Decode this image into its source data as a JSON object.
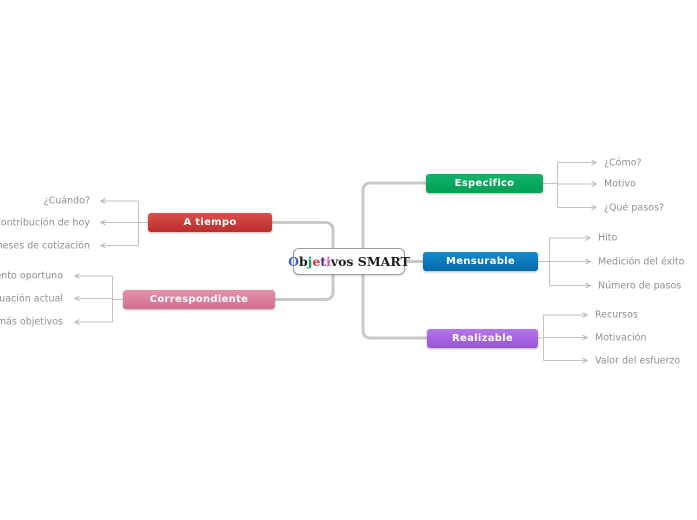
{
  "diagram": {
    "type": "mindmap",
    "background": "#ffffff",
    "colors": {
      "connector_thick": "#c9c9c9",
      "connector_thin": "#c2c2c2",
      "arrowhead": "#b5b5b5",
      "leaf_text": "#8f8f8f"
    },
    "center_topic": {
      "label": "Objetivos SMART",
      "segments": [
        {
          "text": "O",
          "color": "#3a66cc"
        },
        {
          "text": "b",
          "color": "#1c1c1c"
        },
        {
          "text": "j",
          "color": "#00a651"
        },
        {
          "text": "e",
          "color": "#e03030"
        },
        {
          "text": "t",
          "color": "#4b2a85"
        },
        {
          "text": "i",
          "color": "#e0519e"
        },
        {
          "text": "vos",
          "color": "#1c1c1c"
        },
        {
          "text": " SMART",
          "color": "#1c1c1c"
        }
      ]
    },
    "branches": [
      {
        "label": "Especifico",
        "color": "#00a85e",
        "side": "right",
        "children": [
          "¿Cómo?",
          "Motivo",
          "¿Qué pasos?"
        ]
      },
      {
        "label": "Mensurable",
        "color": "#0c7fc3",
        "side": "right",
        "children": [
          "Hito",
          "Medición del éxito",
          "Número de pasos"
        ]
      },
      {
        "label": "Realizable",
        "color": "#a763e2",
        "side": "right",
        "children": [
          "Recursos",
          "Motivación",
          "Valor del esfuerzo"
        ]
      },
      {
        "label": "A tiempo",
        "color": "#c93a38",
        "side": "left",
        "children": [
          "¿Cuándo?",
          "Contribución de hoy",
          "meses de cotización"
        ]
      },
      {
        "label": "Correspondiente",
        "color": "#dc7e9c",
        "side": "left",
        "children": [
          "ento oportuno",
          "uación actual",
          "más objetivos"
        ]
      }
    ]
  }
}
